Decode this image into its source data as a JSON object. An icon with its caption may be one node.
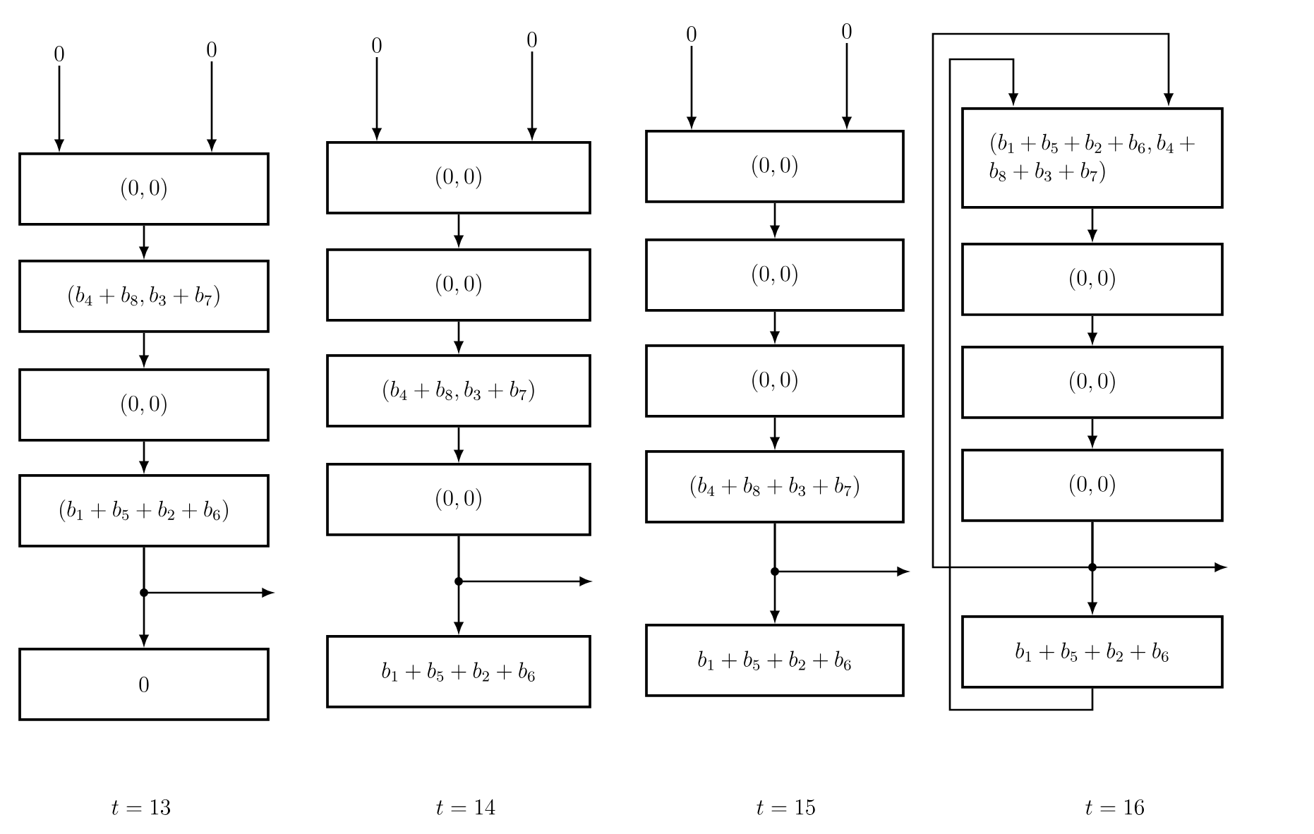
{
  "diagram": {
    "nodes": [
      {
        "text": [
          "0"
        ]
      },
      {
        "text": [
          "0"
        ]
      },
      {
        "text": [
          "(0, 0)"
        ]
      },
      {
        "text": [
          "(b_4 + b_8, b_3 + b_7)"
        ]
      },
      {
        "text": [
          "(0, 0)"
        ]
      },
      {
        "text": [
          "(b_1 + b_5 + b_2 + b_6)"
        ]
      },
      {
        "text": [
          "0"
        ]
      },
      {
        "text": [
          "0"
        ]
      },
      {
        "text": [
          "0"
        ]
      },
      {
        "text": [
          "(0, 0)"
        ]
      },
      {
        "text": [
          "(0, 0)"
        ]
      },
      {
        "text": [
          "(b_4 + b_8, b_3 + b_7)"
        ]
      },
      {
        "text": [
          "(0, 0)"
        ]
      },
      {
        "text": [
          "b_1 + b_5 + b_2 + b_6"
        ]
      },
      {
        "text": [
          "0"
        ]
      },
      {
        "text": [
          "0"
        ]
      },
      {
        "text": [
          "(0, 0)"
        ]
      },
      {
        "text": [
          "(0, 0)"
        ]
      },
      {
        "text": [
          "(0, 0)"
        ]
      },
      {
        "text": [
          "(b_4 + b_8 + b_3 + b_7)"
        ]
      },
      {
        "text": [
          "b_1 + b_5 + b_2 + b_6"
        ]
      },
      {
        "text": [
          "(b_1 + b_5 + b_2 + b_6, b_4 + b_8 + b_3 + b_7)"
        ]
      },
      {
        "text": [
          "(0, 0)"
        ]
      },
      {
        "text": [
          "(0, 0)"
        ]
      },
      {
        "text": [
          "(0, 0)"
        ]
      },
      {
        "text": [
          "b_1 + b_5 + b_2 + b_6"
        ]
      }
    ],
    "edges": [
      {
        "from": 0,
        "to": 2,
        "arrow": "to"
      },
      {
        "from": 1,
        "to": 2,
        "arrow": "to"
      },
      {
        "from": 2,
        "to": 3,
        "arrow": "to"
      },
      {
        "from": 3,
        "to": 4,
        "arrow": "to"
      },
      {
        "from": 4,
        "to": 5,
        "arrow": "to"
      },
      {
        "from": 5,
        "to": 6,
        "arrow": "to"
      },
      {
        "from": 5,
        "to": null,
        "arrow": "to"
      },
      {
        "from": 7,
        "to": 9,
        "arrow": "to"
      },
      {
        "from": 8,
        "to": 9,
        "arrow": "to"
      },
      {
        "from": 9,
        "to": 10,
        "arrow": "to"
      },
      {
        "from": 10,
        "to": 11,
        "arrow": "to"
      },
      {
        "from": 11,
        "to": 12,
        "arrow": "to"
      },
      {
        "from": 12,
        "to": 13,
        "arrow": "to"
      },
      {
        "from": 12,
        "to": null,
        "arrow": "to"
      },
      {
        "from": 14,
        "to": 16,
        "arrow": "to"
      },
      {
        "from": 15,
        "to": 16,
        "arrow": "to"
      },
      {
        "from": 16,
        "to": 17,
        "arrow": "to"
      },
      {
        "from": 17,
        "to": 18,
        "arrow": "to"
      },
      {
        "from": 18,
        "to": 19,
        "arrow": "to"
      },
      {
        "from": 19,
        "to": 20,
        "arrow": "to"
      },
      {
        "from": 19,
        "to": null,
        "arrow": "to"
      },
      {
        "from": 21,
        "to": 22,
        "arrow": "to"
      },
      {
        "from": 22,
        "to": 23,
        "arrow": "to"
      },
      {
        "from": 23,
        "to": 24,
        "arrow": "to"
      },
      {
        "from": 24,
        "to": 25,
        "arrow": "to"
      },
      {
        "from": 24,
        "to": null,
        "arrow": "to"
      },
      {
        "from": 24,
        "to": 21,
        "arrow": "to"
      },
      {
        "from": 25,
        "to": 21,
        "arrow": "to"
      }
    ],
    "labels": [
      "t = 13",
      "t = 14",
      "t = 15",
      "t = 16"
    ]
  }
}
